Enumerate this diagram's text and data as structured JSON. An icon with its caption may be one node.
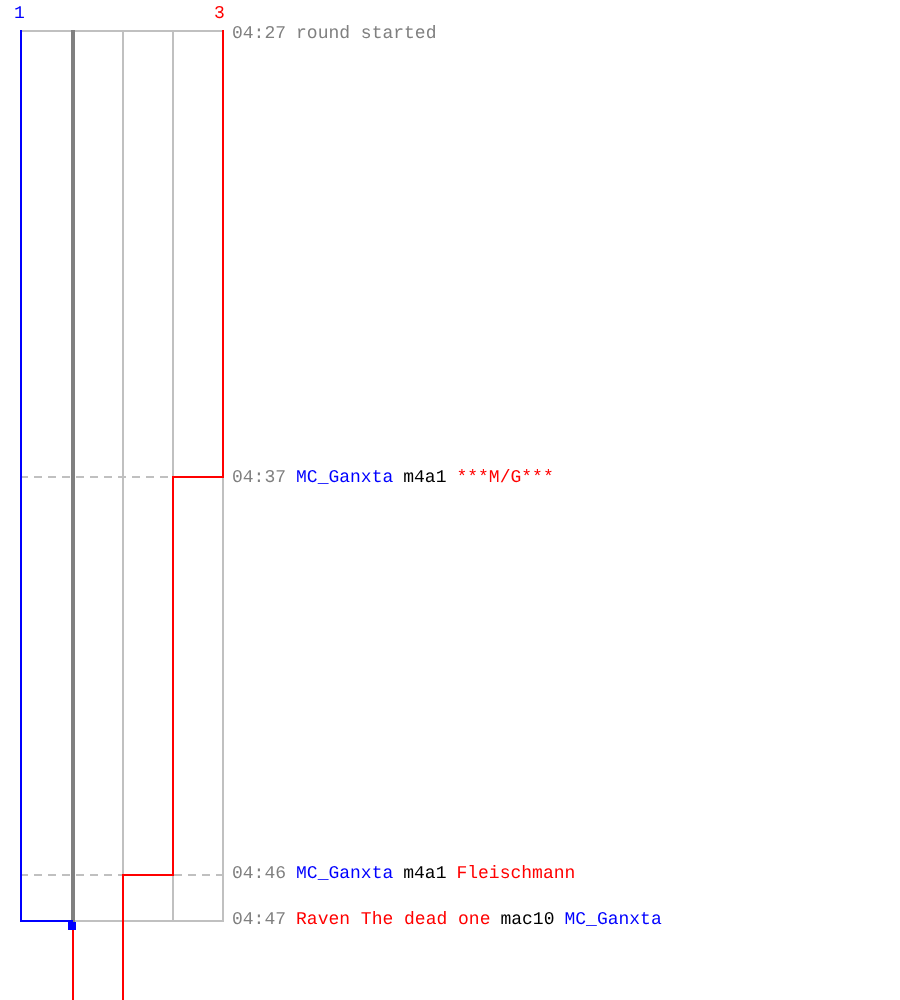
{
  "diagram": {
    "labels": [
      "1",
      "3",
      "04:27",
      "round started",
      "04:37",
      "MC_Ganxta",
      "m4a1",
      "***M/G***",
      "04:46",
      "MC_Ganxta",
      "m4a1",
      "Fleischmann",
      "04:47",
      "Raven The dead one",
      "mac10",
      "MC_Ganxta"
    ]
  }
}
